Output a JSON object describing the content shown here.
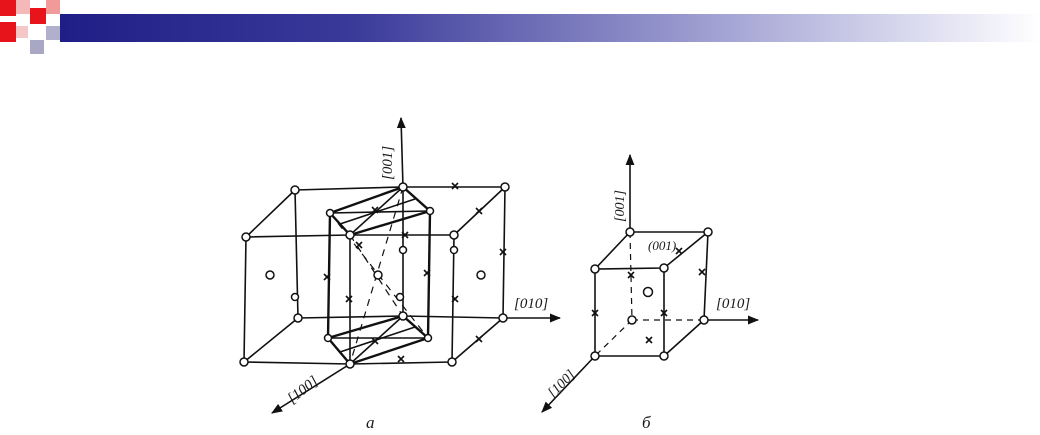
{
  "header": {
    "accent_red": "#e8141b",
    "accent_pink": "#f19a9a",
    "accent_gray": "#8a8ab0",
    "bar_dark": "#1e1e86"
  },
  "figure_a": {
    "axis_z": "[001]",
    "axis_y": "[010]",
    "axis_x": "[100]",
    "caption": "а"
  },
  "figure_b": {
    "axis_z": "[001]",
    "axis_y": "[010]",
    "axis_x": "[100]",
    "face_label": "(001)",
    "caption": "б"
  }
}
